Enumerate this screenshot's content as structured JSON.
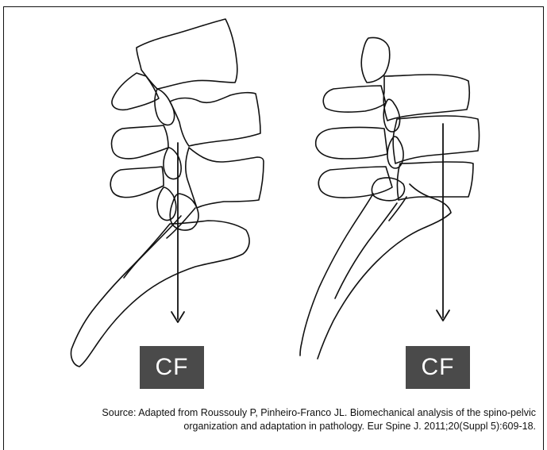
{
  "labels": {
    "left": "CF",
    "right": "CF"
  },
  "source": {
    "line1": "Source: Adapted from Roussouly P, Pinheiro-Franco JL. Biomechanical analysis of the spino-pelvic",
    "line2": "organization and adaptation in pathology. Eur Spine J. 2011;20(Suppl 5):609-18."
  },
  "colors": {
    "stroke": "#111111",
    "label_bg": "#4a4a4a",
    "label_text": "#ffffff"
  }
}
